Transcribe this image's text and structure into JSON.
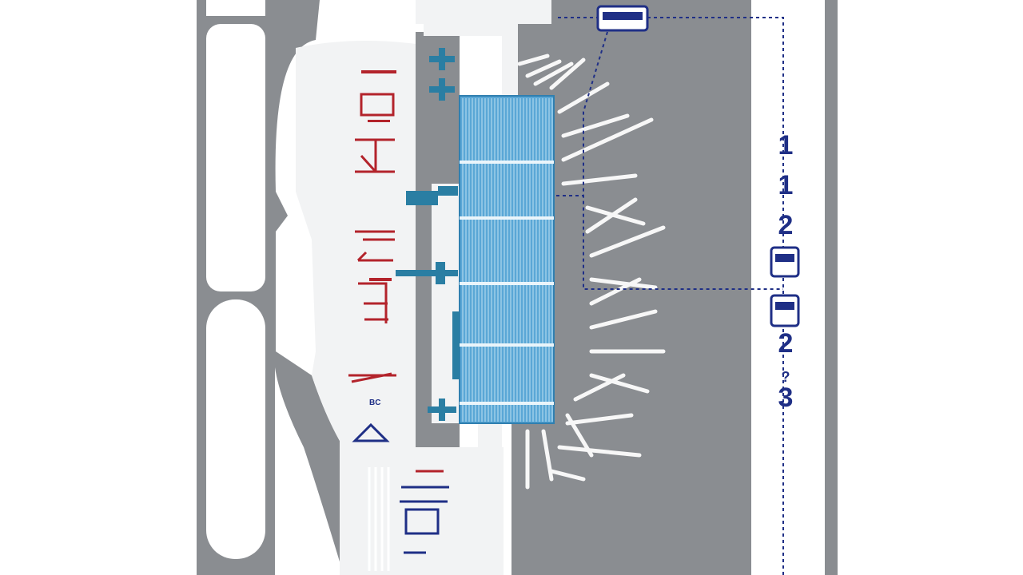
{
  "map": {
    "colors": {
      "tarmac": "#8a8d91",
      "ground": "#f2f3f4",
      "terminal_fill": "#5aa7d6",
      "terminal_line": "#bfe0f2",
      "aircraft": "#2a7ea3",
      "facility_red": "#b3232b",
      "route_blue": "#1f2f86"
    },
    "icons": [
      "bus-icon",
      "bus-icon",
      "bus-icon",
      "airplane-icon",
      "airplane-icon",
      "airplane-icon",
      "airplane-icon",
      "airplane-icon"
    ],
    "route_labels": [
      "1",
      "1",
      "2",
      "2",
      "3"
    ],
    "route_label_small": "?",
    "facility_tags": [
      "BC",
      "??"
    ]
  }
}
